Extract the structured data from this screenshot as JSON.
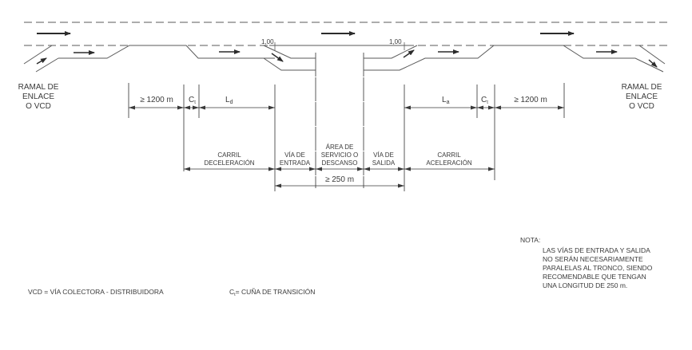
{
  "diagram": {
    "ramp_left": [
      "RAMAL DE",
      "ENLACE",
      "O  VCD"
    ],
    "ramp_right": [
      "RAMAL DE",
      "ENLACE",
      "O  VCD"
    ],
    "offset_left": "1,00",
    "offset_right": "1,00",
    "dims_top": {
      "left_1200": "≥ 1200 m",
      "left_ct": "C",
      "left_ct_sub": "t",
      "ld": "L",
      "ld_sub": "d",
      "la": "L",
      "la_sub": "a",
      "right_ct": "C",
      "right_ct_sub": "t",
      "right_1200": "≥ 1200 m"
    },
    "segments": [
      [
        "CARRIL",
        "DECELERACIÓN"
      ],
      [
        "VÍA DE",
        "ENTRADA"
      ],
      [
        "ÁREA DE",
        "SERVICIO O",
        "DESCANSO"
      ],
      [
        "VÍA DE",
        "SALIDA"
      ],
      [
        "CARRIL",
        "ACELERACIÓN"
      ]
    ],
    "min_250": "≥ 250 m"
  },
  "legend": {
    "vcd": "VCD = VÍA COLECTORA - DISTRIBUIDORA",
    "ct_symbol": "C",
    "ct_sub": "t",
    "ct_text": "=   CUÑA DE TRANSICIÓN"
  },
  "note": {
    "title": "NOTA:",
    "lines": [
      "LAS VÍAS DE ENTRADA Y SALIDA",
      "NO SERÁN NECESARIAMENTE",
      "PARALELAS AL TRONCO, SIENDO",
      "RECOMENDABLE QUE TENGAN",
      "UNA LONGITUD DE 250 m."
    ]
  },
  "colors": {
    "line": "#5a5a5a",
    "arrow": "#2b2b2b",
    "text": "#3a3a3a"
  }
}
